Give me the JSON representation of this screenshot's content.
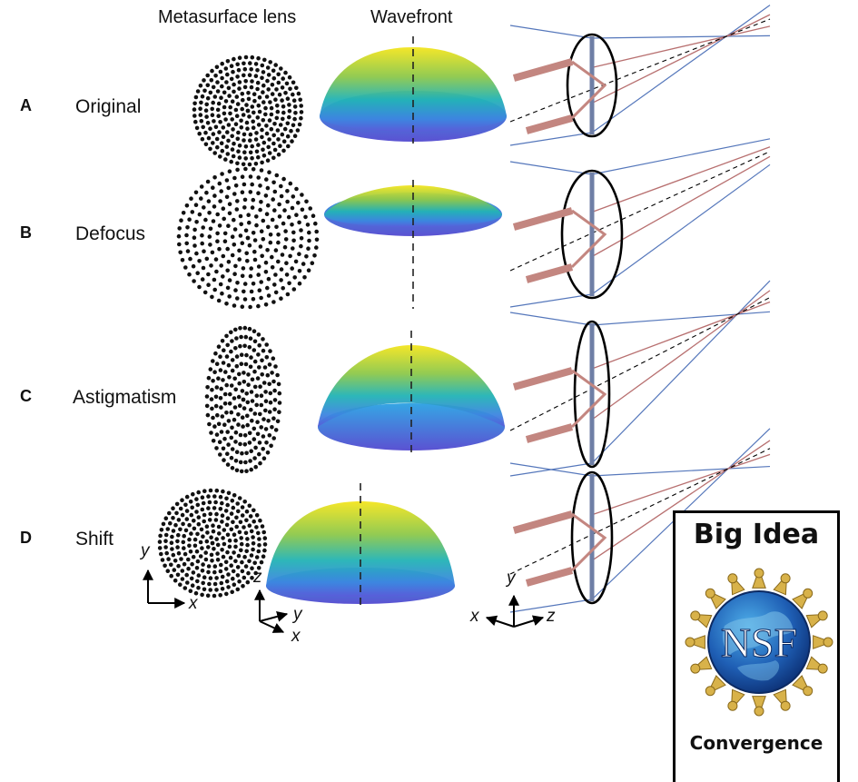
{
  "headers": {
    "lens": "Metasurface lens",
    "wavefront": "Wavefront"
  },
  "rows": [
    {
      "letter": "A",
      "name": "Original"
    },
    {
      "letter": "B",
      "name": "Defocus"
    },
    {
      "letter": "C",
      "name": "Astigmatism"
    },
    {
      "letter": "D",
      "name": "Shift"
    }
  ],
  "axes": {
    "lens": {
      "y": "y",
      "x": "x"
    },
    "wavefront": {
      "z": "z",
      "y": "y",
      "x": "x"
    },
    "optics": {
      "y": "y",
      "x": "x",
      "z": "z"
    }
  },
  "badge": {
    "top": "Big Idea",
    "seal": "NSF",
    "bottom": "Convergence"
  },
  "colors": {
    "ray_red": "#b87070",
    "ray_blue": "#5577bb",
    "beam": "#c38680",
    "lens_axis": "#6f7fa6"
  }
}
